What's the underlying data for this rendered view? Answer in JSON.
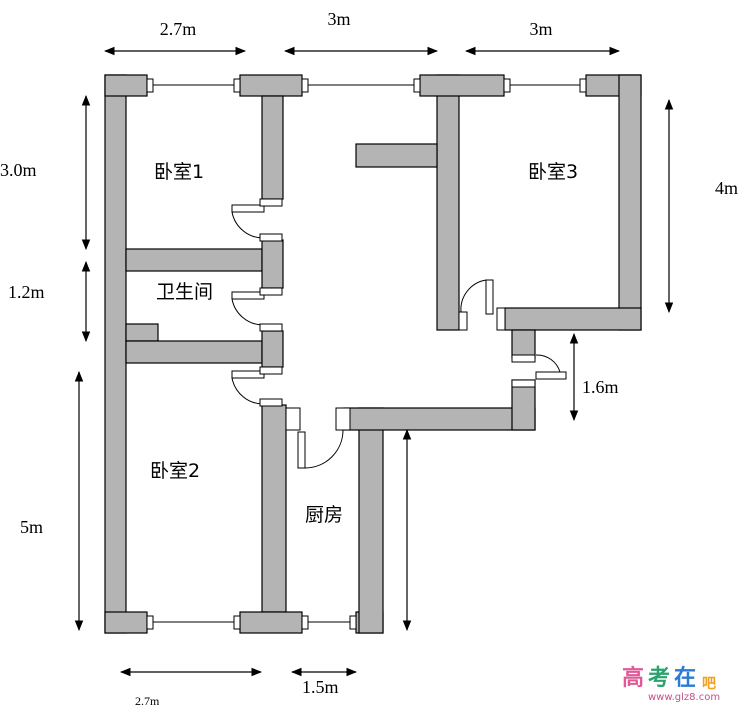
{
  "rooms": {
    "bedroom1": "卧室1",
    "bedroom2": "卧室2",
    "bedroom3": "卧室3",
    "bathroom": "卫生间",
    "kitchen": "厨房"
  },
  "dimensions": {
    "top_left": "2.7m",
    "top_mid": "3m",
    "top_right": "3m",
    "left_upper": "3.0m",
    "left_mid": "1.2m",
    "left_lower": "5m",
    "right_upper": "4m",
    "right_mid": "1.6m",
    "bottom_left": "2.7m",
    "bottom_mid": "1.5m"
  },
  "watermark": {
    "chars": [
      "高",
      "考",
      "在",
      "吧"
    ],
    "url": "www.glz8.com",
    "colors": [
      "#e05a9a",
      "#2aa36f",
      "#2a7ad6",
      "#f0a020"
    ]
  }
}
